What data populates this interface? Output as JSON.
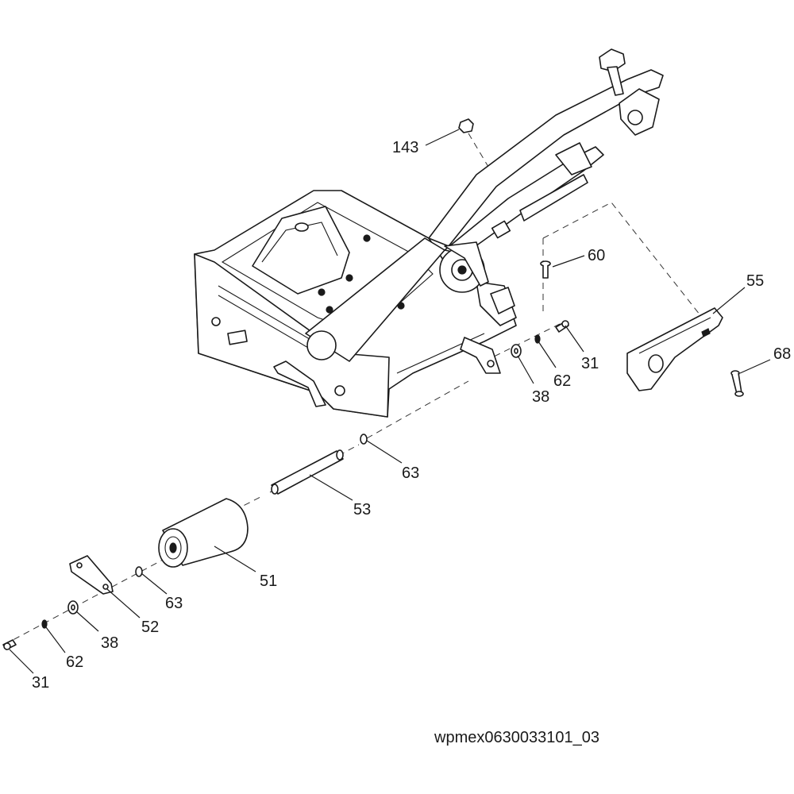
{
  "diagram": {
    "callouts": [
      {
        "id": "c143",
        "label": "143"
      },
      {
        "id": "c60",
        "label": "60"
      },
      {
        "id": "c55",
        "label": "55"
      },
      {
        "id": "c68",
        "label": "68"
      },
      {
        "id": "c31a",
        "label": "31"
      },
      {
        "id": "c62a",
        "label": "62"
      },
      {
        "id": "c38a",
        "label": "38"
      },
      {
        "id": "c63a",
        "label": "63"
      },
      {
        "id": "c53",
        "label": "53"
      },
      {
        "id": "c51",
        "label": "51"
      },
      {
        "id": "c63b",
        "label": "63"
      },
      {
        "id": "c52",
        "label": "52"
      },
      {
        "id": "c38b",
        "label": "38"
      },
      {
        "id": "c62b",
        "label": "62"
      },
      {
        "id": "c31b",
        "label": "31"
      }
    ],
    "drawing_id": "wpmex0630033101_03",
    "line_color": "#1a1a1a",
    "background": "#ffffff"
  }
}
